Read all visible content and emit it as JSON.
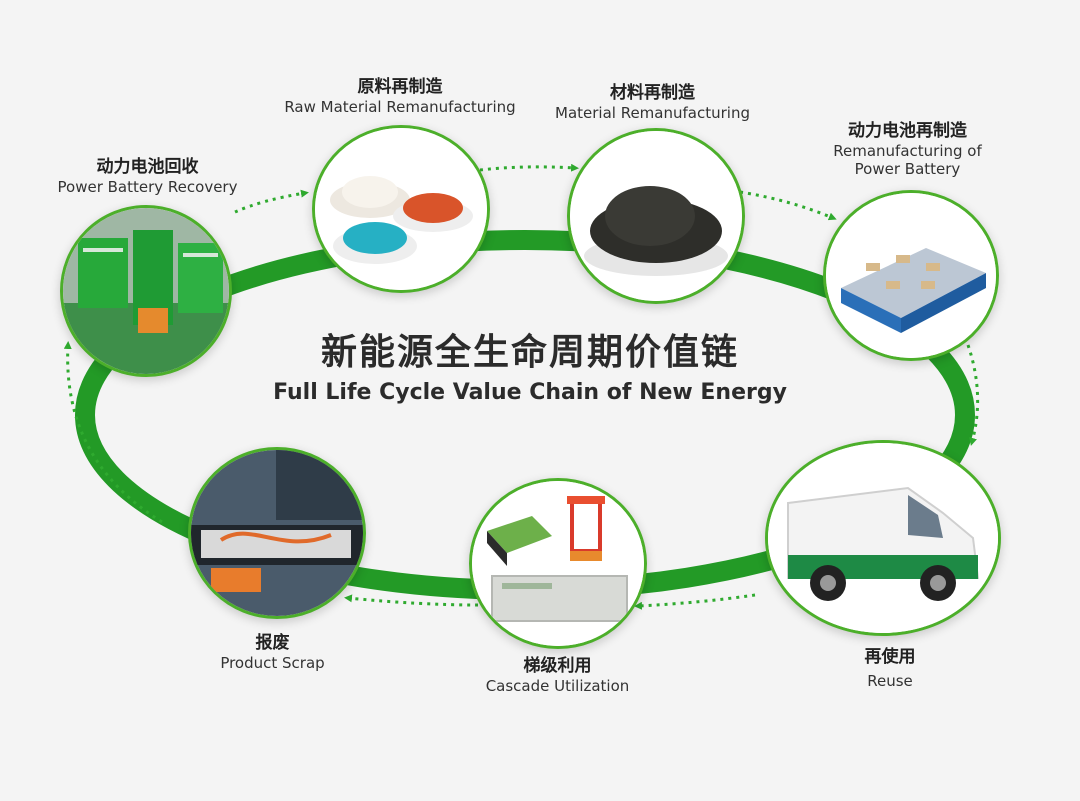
{
  "title": {
    "zh": "新能源全生命周期价值链",
    "en": "Full Life Cycle Value Chain of New Energy"
  },
  "colors": {
    "ring": "#239a26",
    "arrow": "#2faa2f",
    "node_border": "#4caf2a",
    "background": "#f4f4f4"
  },
  "stages": [
    {
      "id": "recovery",
      "zh": "动力电池回收",
      "en": "Power Battery Recovery",
      "icon": "recycling-facility-icon"
    },
    {
      "id": "raw",
      "zh": "原料再制造",
      "en": "Raw Material Remanufacturing",
      "icon": "raw-powders-icon"
    },
    {
      "id": "material",
      "zh": "材料再制造",
      "en": "Material Remanufacturing",
      "icon": "black-powder-icon"
    },
    {
      "id": "battery",
      "zh": "动力电池再制造",
      "en_line1": "Remanufacturing of",
      "en_line2": "Power Battery",
      "icon": "battery-pack-icon"
    },
    {
      "id": "reuse",
      "zh": "再使用",
      "en": "Reuse",
      "icon": "electric-van-icon"
    },
    {
      "id": "cascade",
      "zh": "梯级利用",
      "en": "Cascade Utilization",
      "icon": "energy-storage-icon"
    },
    {
      "id": "scrap",
      "zh": "报废",
      "en": "Product Scrap",
      "icon": "scrapped-battery-icon"
    }
  ]
}
